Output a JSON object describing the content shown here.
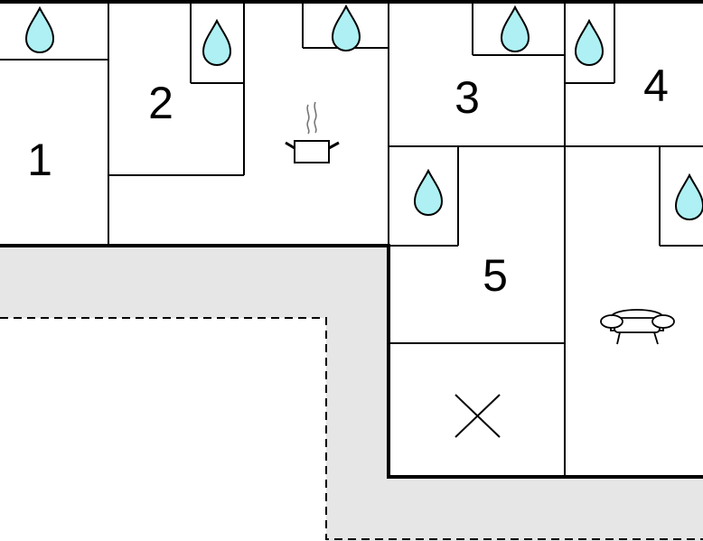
{
  "floorplan": {
    "rooms": [
      {
        "id": "room-1",
        "label": "1"
      },
      {
        "id": "room-2",
        "label": "2"
      },
      {
        "id": "room-3",
        "label": "3"
      },
      {
        "id": "room-4",
        "label": "4"
      },
      {
        "id": "room-5",
        "label": "5"
      }
    ],
    "icons": {
      "water": "water-drop-icon",
      "kitchen": "cooking-pot-icon",
      "living": "sofa-icon",
      "void": "cross-icon"
    },
    "colors": {
      "wall": "#000000",
      "water_drop_fill": "#aef0f3",
      "terrace_fill": "#e6e6e6",
      "background": "#ffffff"
    }
  }
}
